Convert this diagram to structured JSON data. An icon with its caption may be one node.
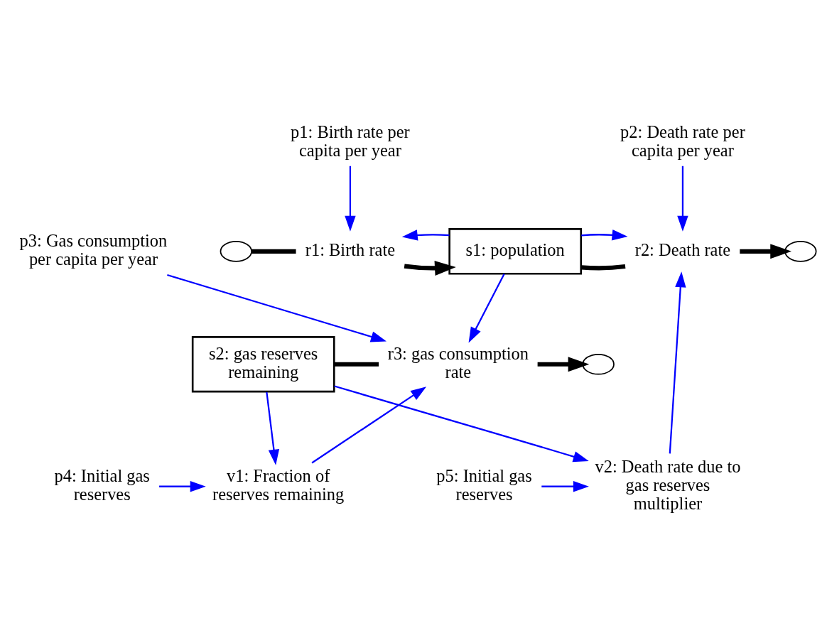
{
  "diagram": {
    "nodes": [
      {
        "text": [
          "p1: Birth rate per capita per year"
        ]
      },
      {
        "text": [
          "p2: Death rate per capita per year"
        ]
      },
      {
        "text": [],
        "shape": "cloud"
      },
      {
        "text": [
          "r1: Birth rate"
        ]
      },
      {
        "text": [
          "s1: population"
        ]
      },
      {
        "text": [
          "r2: Death rate"
        ]
      },
      {
        "text": [],
        "shape": "cloud"
      },
      {
        "text": [
          "v2: Death rate due to gas reserves multiplier"
        ]
      },
      {
        "text": [
          "p5: Initial gas reserves"
        ]
      },
      {
        "text": [
          "p3: Gas consumption per capita per year"
        ]
      },
      {
        "text": [
          "s2: gas reserves remaining"
        ]
      },
      {
        "text": [
          "r3: gas consumption rate"
        ]
      },
      {
        "text": [],
        "shape": "cloud"
      },
      {
        "text": [
          "p4: Initial gas reserves"
        ]
      },
      {
        "text": [
          "v1: Fraction of reserves remaining"
        ]
      }
    ],
    "edges": [
      {
        "from": 2,
        "to": 3,
        "arrow": "none",
        "style": "thick",
        "color": "#000000"
      },
      {
        "from": 3,
        "to": 4,
        "arrow": "to",
        "style": "thick",
        "color": "#000000"
      },
      {
        "from": 4,
        "to": 5,
        "arrow": "none",
        "style": "thick",
        "color": "#000000"
      },
      {
        "from": 5,
        "to": 6,
        "arrow": "to",
        "style": "thick",
        "color": "#000000"
      },
      {
        "from": 10,
        "to": 11,
        "arrow": "none",
        "style": "thick",
        "color": "#000000"
      },
      {
        "from": 11,
        "to": 12,
        "arrow": "to",
        "style": "thick",
        "color": "#000000"
      },
      {
        "from": 0,
        "to": 3,
        "arrow": "to"
      },
      {
        "from": 4,
        "to": 3,
        "arrow": "to"
      },
      {
        "from": 4,
        "to": 5,
        "arrow": "to"
      },
      {
        "from": 1,
        "to": 5,
        "arrow": "to"
      },
      {
        "from": 7,
        "to": 5,
        "arrow": "to"
      },
      {
        "from": 4,
        "to": 11,
        "arrow": "to"
      },
      {
        "from": 8,
        "to": 7,
        "arrow": "to"
      },
      {
        "from": 10,
        "to": 7,
        "arrow": "to"
      },
      {
        "from": 9,
        "to": 11,
        "arrow": "to"
      },
      {
        "from": 10,
        "to": 14,
        "arrow": "to"
      },
      {
        "from": 13,
        "to": 14,
        "arrow": "to"
      },
      {
        "from": 14,
        "to": 11,
        "arrow": "to"
      }
    ]
  }
}
